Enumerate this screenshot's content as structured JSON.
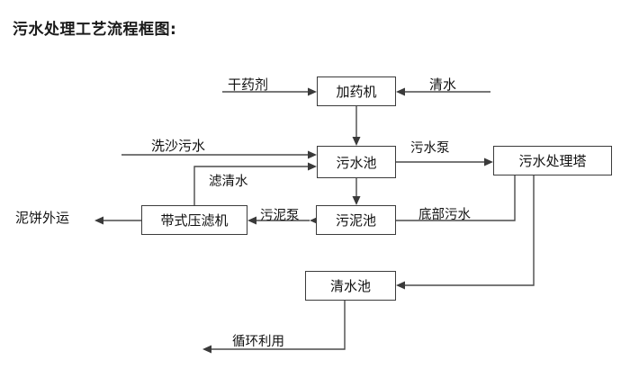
{
  "title": "污水处理工艺流程框图:",
  "diagram": {
    "type": "flowchart",
    "nodes": [
      {
        "id": "dosing_machine",
        "label": "加药机"
      },
      {
        "id": "wastewater_pool",
        "label": "污水池"
      },
      {
        "id": "treatment_tower",
        "label": "污水处理塔"
      },
      {
        "id": "belt_filter_press",
        "label": "带式压滤机"
      },
      {
        "id": "sludge_pool",
        "label": "污泥池"
      },
      {
        "id": "clean_water_pool",
        "label": "清水池"
      }
    ],
    "terminals": [
      {
        "id": "dry_chemical",
        "label": "干药剂"
      },
      {
        "id": "clean_water_in",
        "label": "清水"
      },
      {
        "id": "sand_wash_wastewater",
        "label": "洗沙污水"
      },
      {
        "id": "mud_cake_out",
        "label": "泥饼外运"
      }
    ],
    "edge_labels": [
      {
        "id": "wastewater_pump",
        "label": "污水泵"
      },
      {
        "id": "filtered_clean_water",
        "label": "滤清水"
      },
      {
        "id": "sludge_pump",
        "label": "污泥泵"
      },
      {
        "id": "bottom_wastewater",
        "label": "底部污水"
      },
      {
        "id": "recycle_reuse",
        "label": "循环利用"
      }
    ],
    "colors": {
      "box_border": "#3b3b3b",
      "line": "#4a4a4a",
      "text": "#111111",
      "background": "#ffffff"
    }
  }
}
